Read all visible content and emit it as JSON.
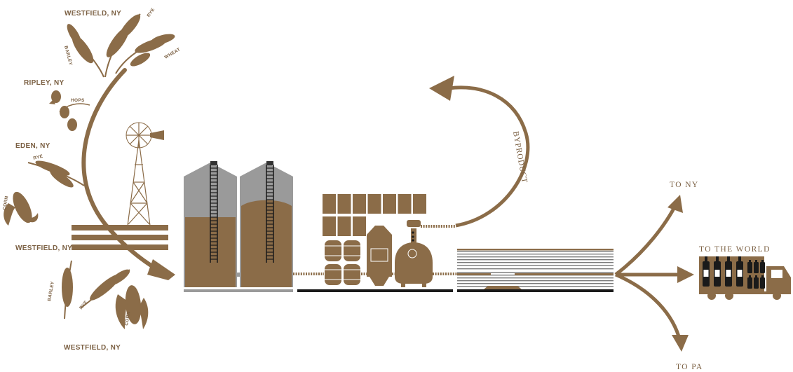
{
  "sources": {
    "westfield_top": "WESTFIELD, NY",
    "ripley": "RIPLEY, NY",
    "eden": "EDEN, NY",
    "westfield_mid": "WESTFIELD, NY",
    "westfield_bottom": "WESTFIELD, NY"
  },
  "crops": {
    "rye_top": "RYE",
    "wheat": "WHEAT",
    "barley_top": "BARLEY",
    "hops": "HOPS",
    "rye_eden": "RYE",
    "corn_left": "CORN",
    "barley_bottom": "BARLEY",
    "rye_bottom": "RYE",
    "corn_bottom": "CORN"
  },
  "byproduct": "BYPRODUCT",
  "destinations": {
    "ny": "TO NY",
    "world": "TO THE WORLD",
    "pa": "TO PA"
  },
  "colors": {
    "brown": "#8b6c48",
    "dark": "#1a1a1a",
    "silo_gray": "#9a9a9a",
    "silo_fill": "#8b6c48"
  }
}
